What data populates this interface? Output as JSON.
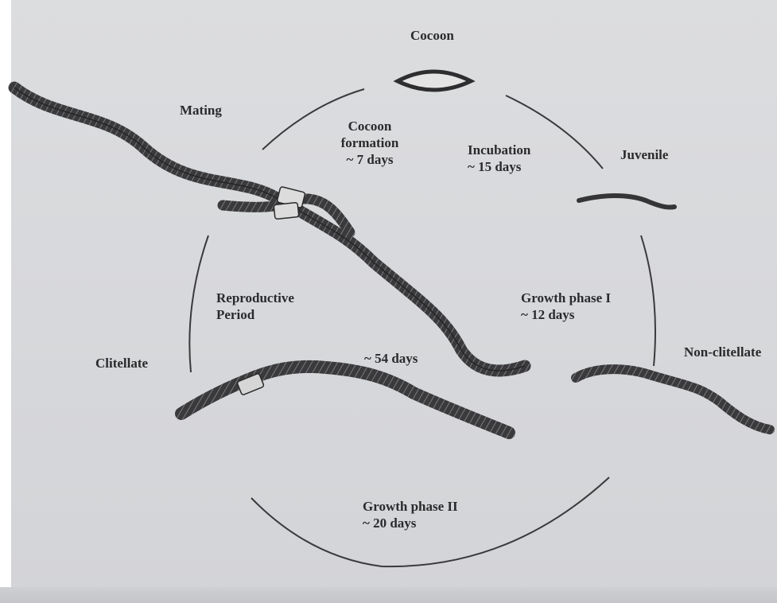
{
  "stages": {
    "cocoon": "Cocoon",
    "mating": "Mating",
    "juvenile": "Juvenile",
    "clitellate": "Clitellate",
    "non_clitellate": "Non-clitellate"
  },
  "phases": {
    "cocoon_formation": {
      "line1": "Cocoon",
      "line2": "formation",
      "line3": "~ 7 days"
    },
    "incubation": {
      "line1": "Incubation",
      "line2": "~ 15 days"
    },
    "growth_phase_1": {
      "line1": "Growth phase I",
      "line2": "~ 12 days"
    },
    "reproductive_period": {
      "line1": "Reproductive",
      "line2": "Period"
    },
    "reproductive_duration": "~ 54 days",
    "growth_phase_2": {
      "line1": "Growth phase II",
      "line2": "~ 20 days"
    }
  },
  "colors": {
    "ink": "#2a2a2c",
    "worm_body": "#3b3b3d",
    "worm_band": "#d9d9d9",
    "paper": "#d8d9dc"
  }
}
